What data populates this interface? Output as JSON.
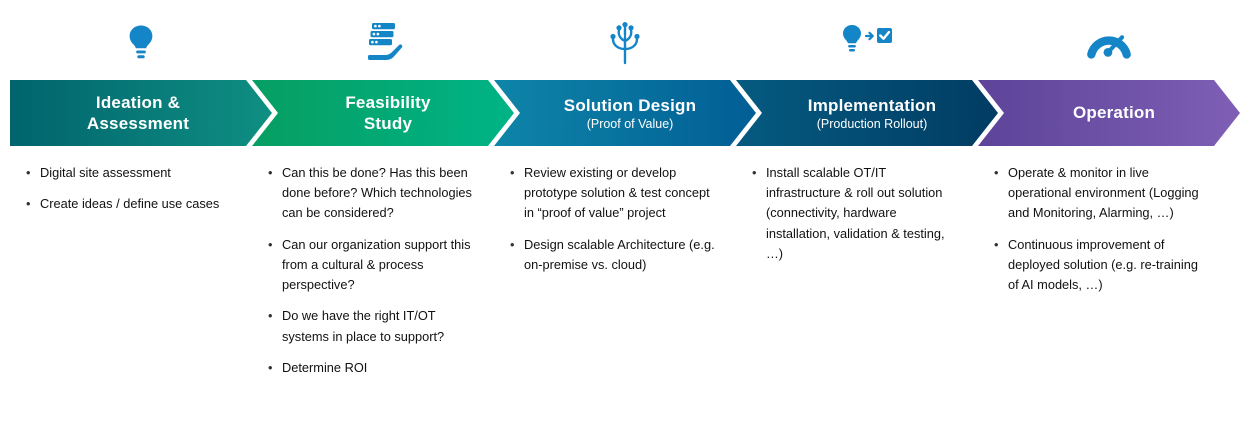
{
  "diagram": {
    "type": "process-flow",
    "background": "#ffffff",
    "icon_color": "#1486c8"
  },
  "stages": [
    {
      "id": "ideation-assessment",
      "icon": "lightbulb",
      "title_lines": [
        "Ideation &",
        "Assessment"
      ],
      "subtitle": "",
      "gradient": [
        "#00646d",
        "#0f8f82"
      ],
      "bullets": [
        "Digital site assessment",
        "Create ideas / define use cases"
      ]
    },
    {
      "id": "feasibility-study",
      "icon": "server-hand",
      "title_lines": [
        "Feasibility",
        "Study"
      ],
      "subtitle": "",
      "gradient": [
        "#069e62",
        "#00b486"
      ],
      "bullets": [
        "Can this be done? Has this been done before? Which technologies can be considered?",
        "Can our organization support this from a cultural & process perspective?",
        "Do we have the right IT/OT systems in place to support?",
        "Determine ROI"
      ]
    },
    {
      "id": "solution-design",
      "icon": "brain-circuit",
      "title_lines": [
        "Solution Design"
      ],
      "subtitle": "(Proof of Value)",
      "gradient": [
        "#0e85a8",
        "#015e95"
      ],
      "bullets": [
        "Review existing or develop prototype solution & test concept in “proof of value” project",
        "Design scalable Architecture (e.g. on-premise vs. cloud)"
      ]
    },
    {
      "id": "implementation",
      "icon": "bulb-to-checkbox",
      "title_lines": [
        "Implementation"
      ],
      "subtitle": "(Production Rollout)",
      "gradient": [
        "#055a80",
        "#013c63"
      ],
      "bullets": [
        "Install scalable OT/IT infrastructure & roll out solution (connectivity, hardware installation, validation & testing, …)"
      ]
    },
    {
      "id": "operation",
      "icon": "gauge",
      "title_lines": [
        "Operation"
      ],
      "subtitle": "",
      "gradient": [
        "#5d4499",
        "#7e5fb5"
      ],
      "bullets": [
        "Operate & monitor in live operational environment (Logging and Monitoring, Alarming, …)",
        "Continuous improvement of deployed solution (e.g. re-training of AI models, …)"
      ]
    }
  ]
}
